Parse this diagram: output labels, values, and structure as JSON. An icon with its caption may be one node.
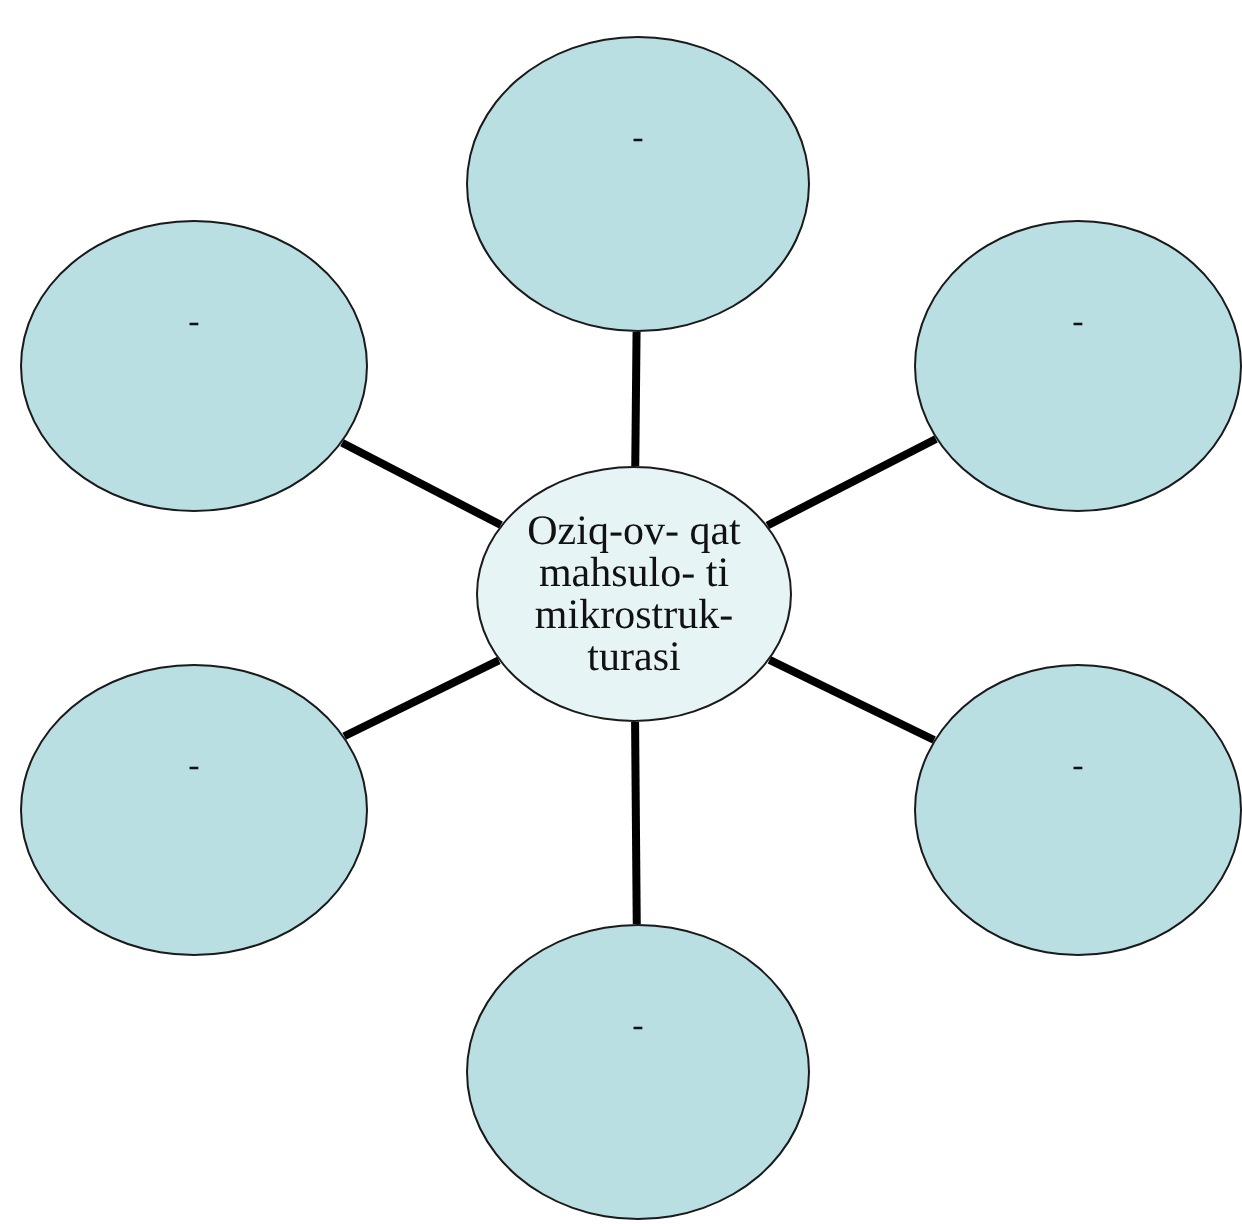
{
  "diagram": {
    "nodes": [
      {
        "text": [
          "-"
        ]
      },
      {
        "text": [
          "-"
        ]
      },
      {
        "text": [
          "-"
        ]
      },
      {
        "text": [
          "Oziq-ov- qat mahsulo- ti mikrostruk- turasi"
        ]
      },
      {
        "text": [
          "-"
        ]
      },
      {
        "text": [
          "-"
        ]
      },
      {
        "text": [
          "-"
        ]
      }
    ],
    "edges": [
      {
        "from": 3,
        "to": 0,
        "arrow": "none"
      },
      {
        "from": 3,
        "to": 1,
        "arrow": "none"
      },
      {
        "from": 3,
        "to": 2,
        "arrow": "none"
      },
      {
        "from": 3,
        "to": 4,
        "arrow": "none"
      },
      {
        "from": 3,
        "to": 5,
        "arrow": "none"
      },
      {
        "from": 3,
        "to": 6,
        "arrow": "none"
      }
    ]
  }
}
